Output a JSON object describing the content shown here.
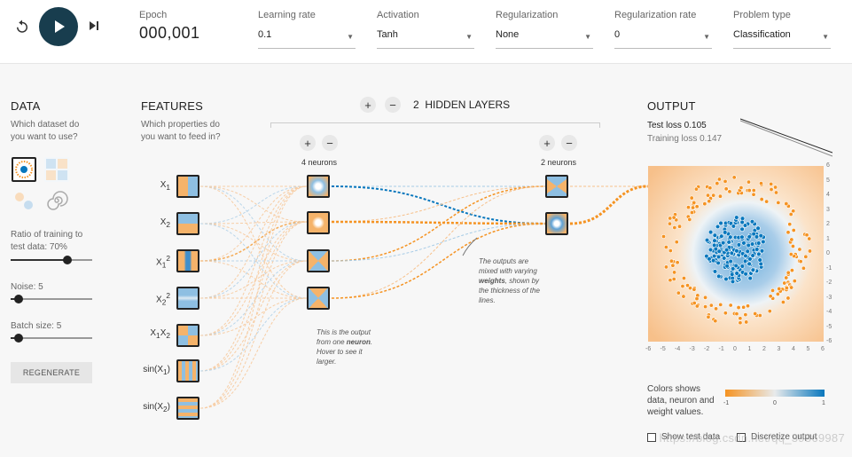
{
  "controls": {
    "epoch_label": "Epoch",
    "epoch_value": "000,001",
    "learning_rate": {
      "label": "Learning rate",
      "value": "0.1"
    },
    "activation": {
      "label": "Activation",
      "value": "Tanh"
    },
    "regularization": {
      "label": "Regularization",
      "value": "None"
    },
    "regularization_rate": {
      "label": "Regularization rate",
      "value": "0"
    },
    "problem_type": {
      "label": "Problem type",
      "value": "Classification"
    }
  },
  "data_panel": {
    "title": "DATA",
    "question": "Which dataset do you want to use?",
    "ratio_label": "Ratio of training to test data:",
    "ratio_value": "70%",
    "ratio_fraction": 0.7,
    "noise_label": "Noise:",
    "noise_value": "5",
    "noise_fraction": 0.1,
    "batch_label": "Batch size:",
    "batch_value": "5",
    "batch_fraction": 0.1,
    "regenerate_label": "REGENERATE"
  },
  "features_panel": {
    "title": "FEATURES",
    "question": "Which properties do you want to feed in?",
    "features": [
      "X1",
      "X2",
      "X1²",
      "X2²",
      "X1X2",
      "sin(X1)",
      "sin(X2)"
    ]
  },
  "hidden_layers": {
    "count": "2",
    "title": "HIDDEN LAYERS",
    "layer1_label": "4 neurons",
    "layer2_label": "2 neurons"
  },
  "annotations": {
    "neuron_note_pre": "This is the output from one ",
    "neuron_note_bold": "neuron",
    "neuron_note_post": ". Hover to see it larger.",
    "weights_note_pre": "The outputs are mixed with varying ",
    "weights_note_bold": "weights",
    "weights_note_post": ", shown by the thickness of the lines."
  },
  "output_panel": {
    "title": "OUTPUT",
    "test_loss": "Test loss 0.105",
    "training_loss": "Training loss 0.147",
    "x_ticks": [
      "-6",
      "-5",
      "-4",
      "-3",
      "-2",
      "-1",
      "0",
      "1",
      "2",
      "3",
      "4",
      "5",
      "6"
    ],
    "y_ticks": [
      "6",
      "5",
      "4",
      "3",
      "2",
      "1",
      "0",
      "-1",
      "-2",
      "-3",
      "-4",
      "-5",
      "-6"
    ],
    "legend_text": "Colors shows data, neuron and weight values.",
    "legend_ticks": [
      "-1",
      "0",
      "1"
    ],
    "show_test_label": "Show test data",
    "discretize_label": "Discretize output"
  },
  "colors": {
    "orange": "#f59322",
    "blue": "#0877bd",
    "dark": "#183d4e"
  },
  "watermark": "https://blog.csdn.net/qq_39369987"
}
